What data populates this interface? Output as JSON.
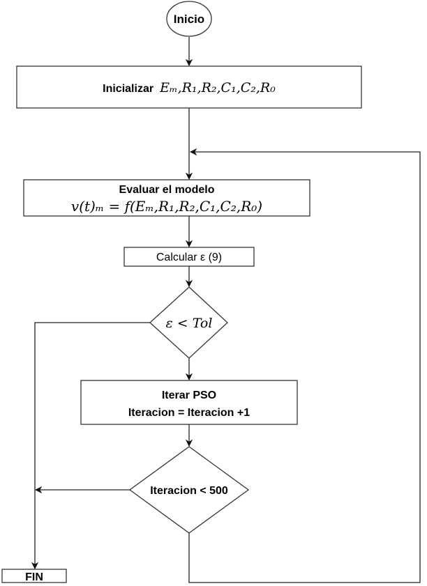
{
  "diagram": {
    "type": "flowchart",
    "nodes": {
      "start": {
        "label": "Inicio",
        "shape": "ellipse"
      },
      "init": {
        "label_prefix": "Inicializar",
        "params": "E_m, R_1, R_2, C_1, C_2, R_0",
        "params_display": "Eₘ,R₁,R₂,C₁,C₂,R₀",
        "shape": "rectangle"
      },
      "evaluate": {
        "title": "Evaluar el modelo",
        "formula": "v(t)ₘ  =  f(Eₘ,R₁,R₂,C₁,C₂,R₀)",
        "shape": "rectangle"
      },
      "calc_error": {
        "label": "Calcular ε (9)",
        "shape": "rectangle"
      },
      "check_tol": {
        "label": "ε  < Tol",
        "shape": "diamond"
      },
      "iterate": {
        "line1": "Iterar PSO",
        "line2": "Iteracion =  Iteracion +1",
        "shape": "rectangle"
      },
      "check_iter": {
        "label": "Iteracion < 500",
        "shape": "diamond"
      },
      "end": {
        "label": "FIN",
        "shape": "rectangle"
      }
    },
    "edges": [
      {
        "from": "start",
        "to": "init"
      },
      {
        "from": "init",
        "to": "evaluate"
      },
      {
        "from": "evaluate",
        "to": "calc_error"
      },
      {
        "from": "calc_error",
        "to": "check_tol"
      },
      {
        "from": "check_tol",
        "to": "end",
        "branch": "yes (left)"
      },
      {
        "from": "check_tol",
        "to": "iterate",
        "branch": "no (down)"
      },
      {
        "from": "iterate",
        "to": "check_iter"
      },
      {
        "from": "check_iter",
        "to": "end",
        "branch": "left"
      },
      {
        "from": "check_iter",
        "to": "evaluate",
        "branch": "loop back (bottom → right → top)"
      }
    ],
    "colors": {
      "stroke": "#333333",
      "fill": "#ffffff",
      "text": "#000000"
    }
  }
}
